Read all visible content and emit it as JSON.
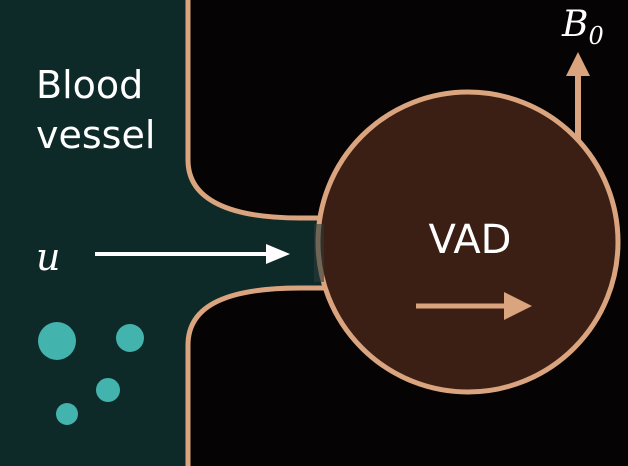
{
  "labels": {
    "vessel_line1": "Blood",
    "vessel_line2": "vessel",
    "flow_symbol": "u",
    "device": "VAD",
    "field_base": "B",
    "field_sub": "0"
  },
  "colors": {
    "background": "#050303",
    "vessel_fluid": "#0e2a28",
    "wall_outline": "#d9a47e",
    "device_fill": "#3b1f15",
    "arrow_white": "#ffffff",
    "arrow_tan": "#d9a47e",
    "particle": "#43b3ad",
    "text": "#ffffff"
  }
}
